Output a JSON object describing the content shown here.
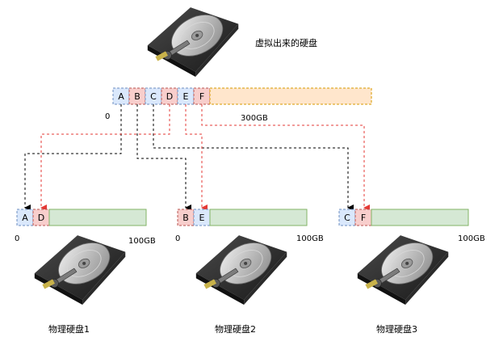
{
  "virtual": {
    "caption": "虚拟出来的硬盘",
    "start_label": "0",
    "size_label": "300GB",
    "blocks": [
      {
        "label": "A",
        "color": "#dae8fc",
        "stroke": "#6c8ebf"
      },
      {
        "label": "B",
        "color": "#f8cecc",
        "stroke": "#b85450"
      },
      {
        "label": "C",
        "color": "#dae8fc",
        "stroke": "#6c8ebf"
      },
      {
        "label": "D",
        "color": "#f8cecc",
        "stroke": "#b85450"
      },
      {
        "label": "E",
        "color": "#dae8fc",
        "stroke": "#6c8ebf"
      },
      {
        "label": "F",
        "color": "#f8cecc",
        "stroke": "#b85450"
      }
    ],
    "remainder_color": "#ffe6cc",
    "remainder_stroke": "#d79b00"
  },
  "physical": [
    {
      "caption": "物理硬盘1",
      "start_label": "0",
      "size_label": "100GB",
      "blocks": [
        {
          "label": "A",
          "color": "#dae8fc",
          "stroke": "#6c8ebf"
        },
        {
          "label": "D",
          "color": "#f8cecc",
          "stroke": "#b85450"
        }
      ]
    },
    {
      "caption": "物理硬盘2",
      "start_label": "0",
      "size_label": "100GB",
      "blocks": [
        {
          "label": "B",
          "color": "#f8cecc",
          "stroke": "#b85450"
        },
        {
          "label": "E",
          "color": "#dae8fc",
          "stroke": "#6c8ebf"
        }
      ]
    },
    {
      "caption": "物理硬盘3",
      "start_label": "",
      "size_label": "100GB",
      "blocks": [
        {
          "label": "C",
          "color": "#dae8fc",
          "stroke": "#6c8ebf"
        },
        {
          "label": "F",
          "color": "#f8cecc",
          "stroke": "#b85450"
        }
      ]
    }
  ],
  "physical_remainder_color": "#d5e8d4",
  "physical_remainder_stroke": "#82b366",
  "arrow_colors": {
    "blue_blocks": "#000000",
    "red_blocks": "#e53935"
  },
  "icons": {
    "disk": "hard-disk-icon"
  }
}
